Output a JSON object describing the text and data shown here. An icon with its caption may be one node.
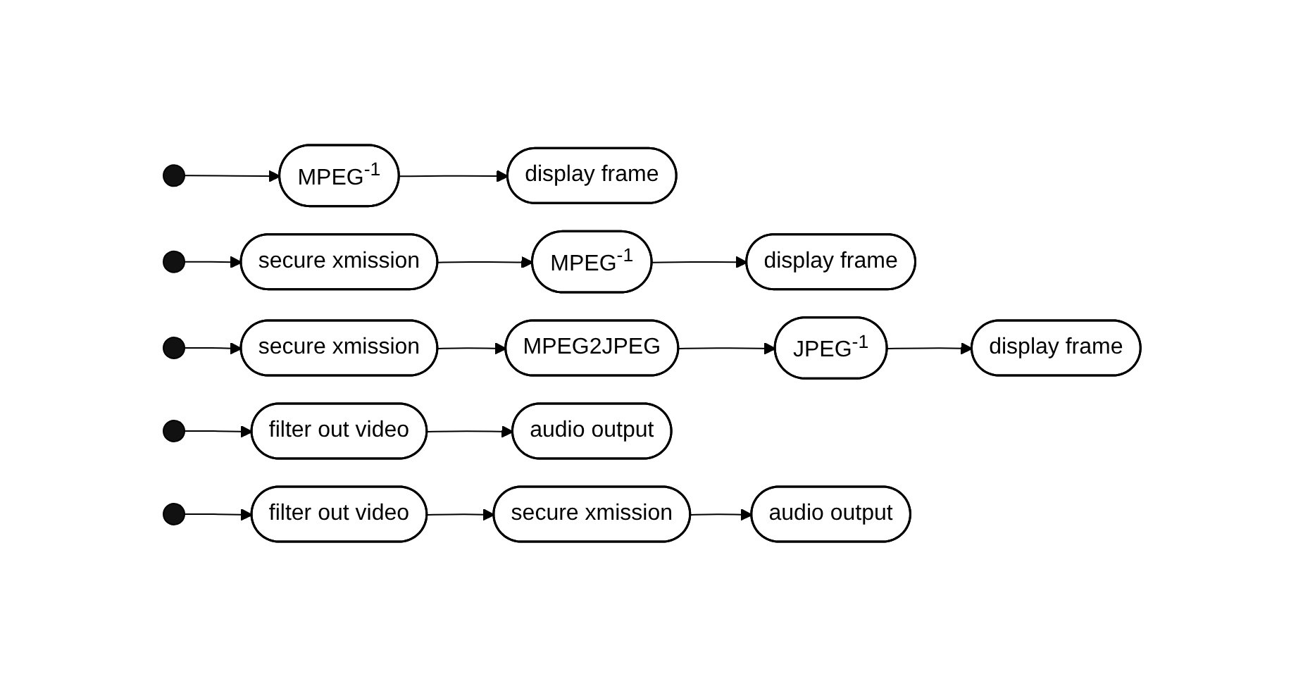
{
  "diagram": {
    "nodes": [
      {
        "text": [],
        "shape": "circle"
      },
      {
        "text": [
          "MPEG$^{-1}$"
        ]
      },
      {
        "text": [
          "display frame"
        ]
      },
      {
        "text": [],
        "shape": "circle"
      },
      {
        "text": [
          "secure xmission"
        ]
      },
      {
        "text": [
          "MPEG$^{-1}$"
        ]
      },
      {
        "text": [
          "display frame"
        ]
      },
      {
        "text": [],
        "shape": "circle"
      },
      {
        "text": [
          "secure xmission"
        ]
      },
      {
        "text": [
          "MPEG2JPEG"
        ]
      },
      {
        "text": [
          "JPEG$^{-1}$"
        ]
      },
      {
        "text": [
          "display frame"
        ]
      },
      {
        "text": [],
        "shape": "circle"
      },
      {
        "text": [
          "filter out video"
        ]
      },
      {
        "text": [
          "audio output"
        ]
      },
      {
        "text": [],
        "shape": "circle"
      },
      {
        "text": [
          "filter out video"
        ]
      },
      {
        "text": [
          "secure xmission"
        ]
      },
      {
        "text": [
          "audio output"
        ]
      }
    ],
    "edges": [
      {
        "from": 0,
        "to": 1,
        "arrow": "to"
      },
      {
        "from": 1,
        "to": 2,
        "arrow": "to"
      },
      {
        "from": 3,
        "to": 4,
        "arrow": "to"
      },
      {
        "from": 4,
        "to": 5,
        "arrow": "to"
      },
      {
        "from": 5,
        "to": 6,
        "arrow": "to"
      },
      {
        "from": 7,
        "to": 8,
        "arrow": "to"
      },
      {
        "from": 8,
        "to": 9,
        "arrow": "to"
      },
      {
        "from": 9,
        "to": 10,
        "arrow": "to"
      },
      {
        "from": 10,
        "to": 11,
        "arrow": "to"
      },
      {
        "from": 12,
        "to": 13,
        "arrow": "to"
      },
      {
        "from": 13,
        "to": 14,
        "arrow": "to"
      },
      {
        "from": 15,
        "to": 16,
        "arrow": "to"
      },
      {
        "from": 16,
        "to": 17,
        "arrow": "to"
      },
      {
        "from": 17,
        "to": 18,
        "arrow": "to"
      }
    ]
  }
}
